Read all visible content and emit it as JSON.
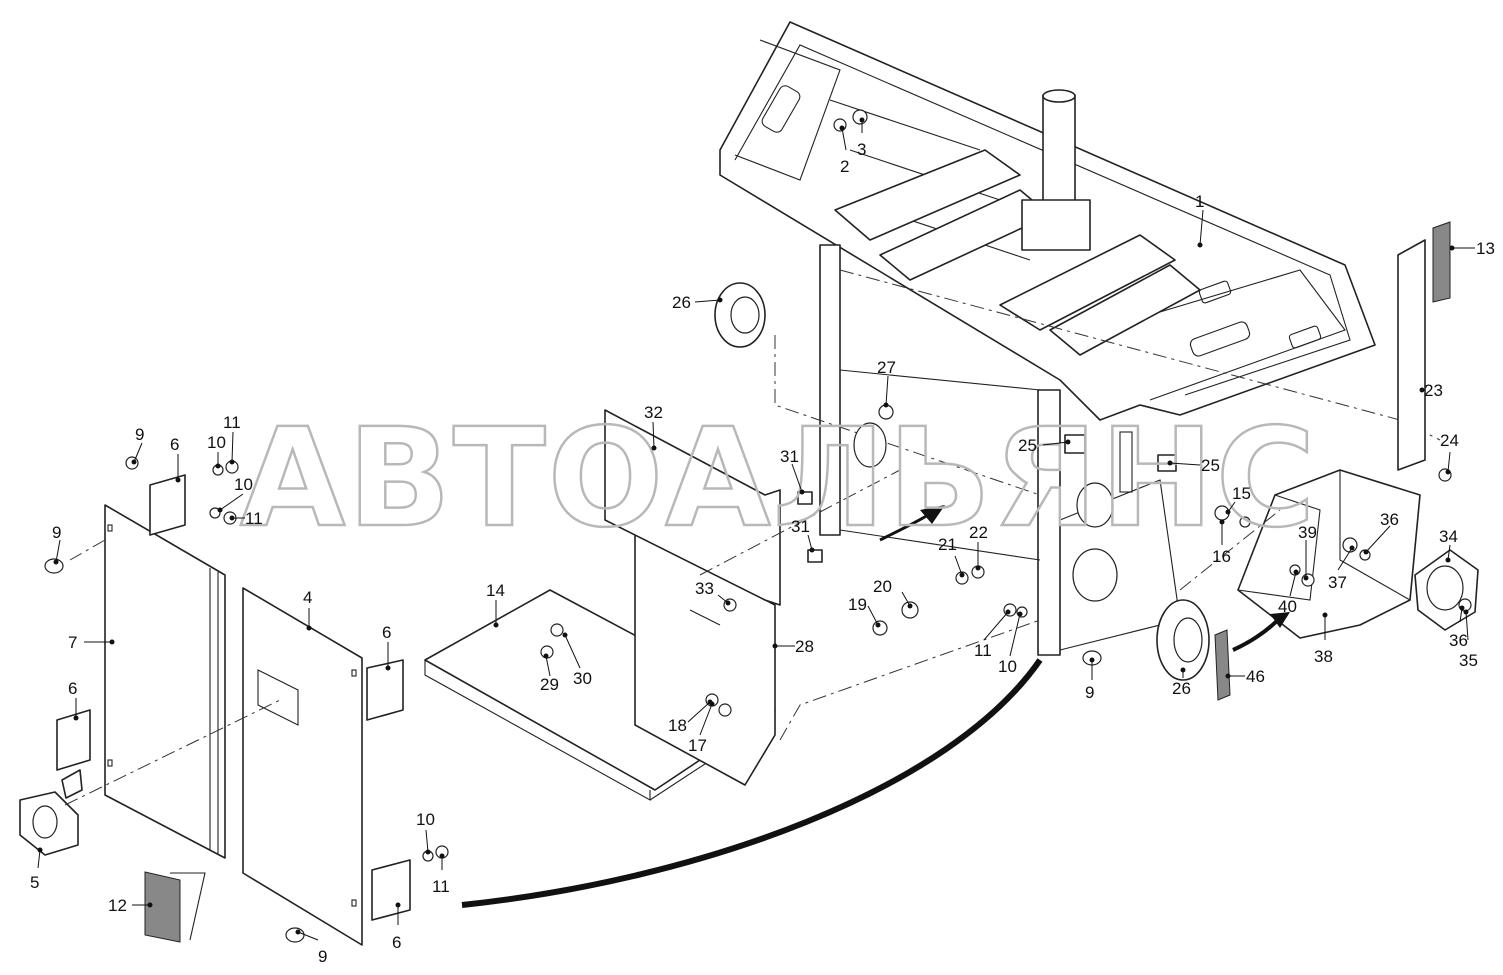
{
  "watermark": "АВТОАЛЬЯНС",
  "callouts": [
    "1",
    "2",
    "3",
    "4",
    "5",
    "6",
    "7",
    "9",
    "10",
    "11",
    "12",
    "13",
    "14",
    "15",
    "16",
    "17",
    "18",
    "19",
    "20",
    "21",
    "22",
    "23",
    "24",
    "25",
    "26",
    "27",
    "28",
    "29",
    "30",
    "31",
    "32",
    "33",
    "34",
    "35",
    "36",
    "37",
    "38",
    "39",
    "40",
    "46"
  ],
  "colors": {
    "line": "#222222",
    "background": "#ffffff",
    "watermark": "#b8b8b8"
  }
}
